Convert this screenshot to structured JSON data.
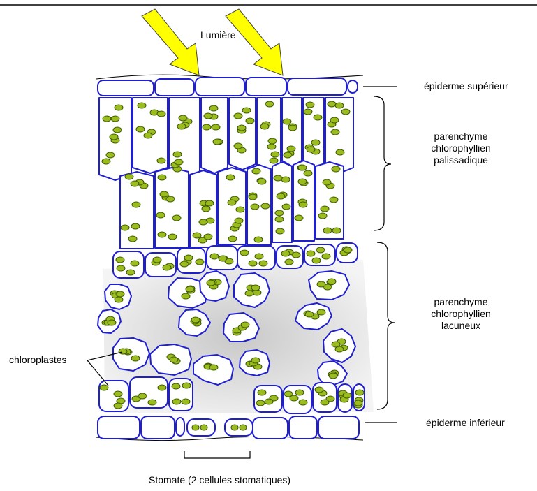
{
  "labels": {
    "light": "Lumière",
    "upper_epidermis": "épiderme supérieur",
    "palisade": [
      "parenchyme",
      "chlorophyllien",
      "palissadique"
    ],
    "spongy": [
      "parenchyme",
      "chlorophyllien",
      "lacuneux"
    ],
    "chloroplasts": "chloroplastes",
    "lower_epidermis": "épiderme inférieur",
    "stomate": "Stomate (2 cellules stomatiques)"
  },
  "colors": {
    "cell_wall": "#1f1fd0",
    "chloroplast_fill": "#9bbb1f",
    "chloroplast_stroke": "#3c5a00",
    "arrow_fill": "#ffff00",
    "arrow_stroke": "#444444",
    "lacuna": "#d9d9d9"
  }
}
